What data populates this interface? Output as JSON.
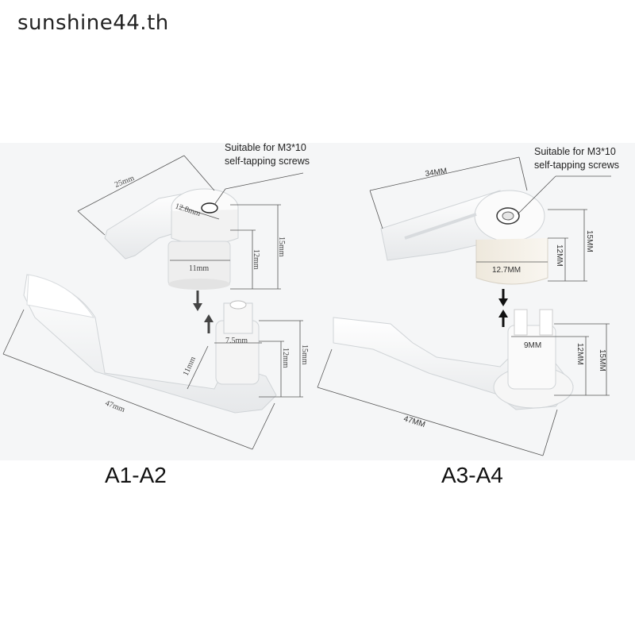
{
  "watermark": "sunshine44.th",
  "left_product": {
    "caption": "A1-A2",
    "note_line1": "Suitable for M3*10",
    "note_line2": "self-tapping screws",
    "dims": {
      "width_top": "25mm",
      "diameter_top": "12.8mm",
      "height_total_top": "15mm",
      "height_inner_top": "12mm",
      "collar_width": "11mm",
      "post_width": "7.5mm",
      "post_height_inner": "12mm",
      "post_height_total": "15mm",
      "arm_width": "11mm",
      "arm_length": "47mm"
    }
  },
  "right_product": {
    "caption": "A3-A4",
    "note_line1": "Suitable for M3*10",
    "note_line2": "self-tapping screws",
    "dims": {
      "width_top": "34MM",
      "collar_width": "12.7MM",
      "height_total_top": "15MM",
      "height_inner_top": "12MM",
      "post_width": "9MM",
      "post_height_inner": "12MM",
      "post_height_total": "15MM",
      "arm_length": "47MM"
    }
  }
}
